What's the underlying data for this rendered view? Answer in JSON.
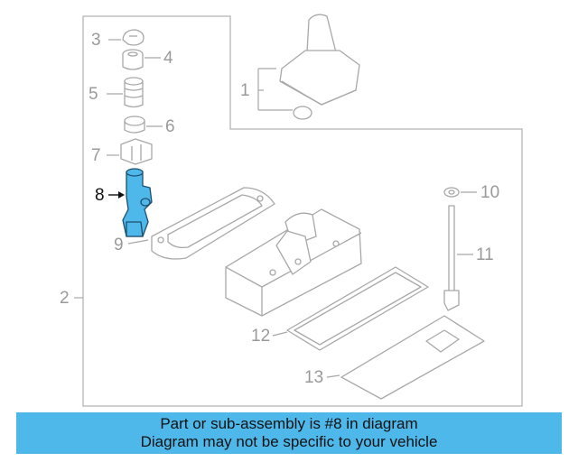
{
  "diagram": {
    "callouts": [
      "1",
      "2",
      "3",
      "4",
      "5",
      "6",
      "7",
      "8",
      "9",
      "10",
      "11",
      "12",
      "13"
    ],
    "highlighted_part": "8",
    "colors": {
      "line": "#a8a8a8",
      "frame": "#b3b3b3",
      "highlight_fill": "#4fb8ea",
      "highlight_stroke": "#1d4e6e"
    }
  },
  "banner": {
    "line1": "Part or sub-assembly is #8 in diagram",
    "line2": "Diagram may not be specific to your vehicle",
    "color": "#4fb8ea"
  }
}
